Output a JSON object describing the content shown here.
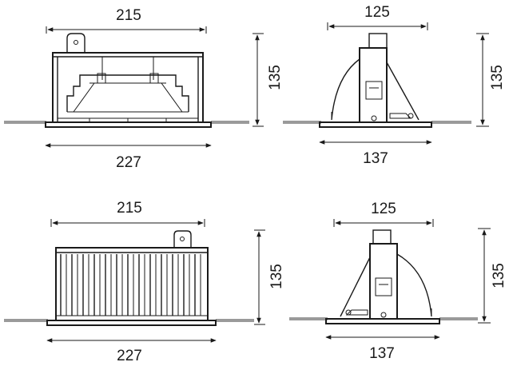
{
  "views": {
    "top_front": {
      "width_top": "215",
      "width_bottom": "227",
      "height": "135"
    },
    "top_side": {
      "width_top": "125",
      "width_bottom": "137",
      "height": "135"
    },
    "bottom_front": {
      "width_top": "215",
      "width_bottom": "227",
      "height": "135"
    },
    "bottom_side": {
      "width_top": "125",
      "width_bottom": "137",
      "height": "135"
    }
  },
  "colors": {
    "line": "#1a1a1a",
    "ceiling": "#9a9a9a"
  }
}
